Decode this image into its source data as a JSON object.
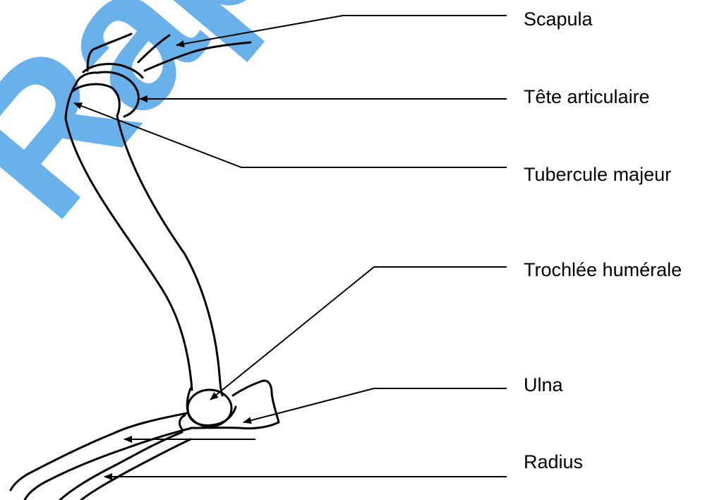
{
  "watermark": {
    "text": "Rapport",
    "color": "#59a9e8"
  },
  "labels": {
    "scapula": "Scapula",
    "tete_articulaire": "Tête articulaire",
    "tubercule_majeur": "Tubercule majeur",
    "trochlee_humerale": "Trochlée humérale",
    "ulna": "Ulna",
    "radius": "Radius"
  }
}
